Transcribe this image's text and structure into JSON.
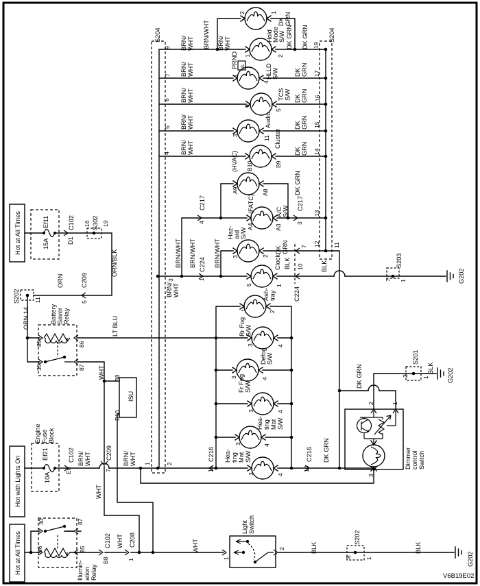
{
  "T": {
    "hot_all": "Hot at All Times",
    "hot_lights": "Hot with Lights On",
    "s204": "S204",
    "s203": "S203",
    "s202": "S202",
    "s201": "S201",
    "s302": "S302",
    "c102": "C102",
    "c209": "C209",
    "c208": "C208",
    "c216": "C216",
    "c217": "C217",
    "c224": "C224",
    "g202": "G202",
    "d1": "D1",
    "e8": "E8",
    "b8": "B8",
    "b10": "B10",
    "isu": "ISU",
    "orn": "ORN",
    "ornblk": "ORN/BLK",
    "orn14": "ORN 14",
    "ltblu": "LT BLU",
    "wht": "WHT",
    "blk": "BLK",
    "bw1": "BRN/WHT",
    "bw2": [
      "BRN/",
      "WHT"
    ],
    "dk1": "DK GRN",
    "dk2": [
      "DK",
      "GRN"
    ],
    "ef11": "Ef11",
    "a15": "15A",
    "ef21": "Ef21",
    "a10": "10A",
    "efb": [
      "Engine",
      "Fuse",
      "Block"
    ],
    "bsr": [
      "Battery",
      "Saver",
      "Relay"
    ],
    "illrel": [
      "Illumin-",
      "ation",
      "Relay"
    ],
    "hold": [
      "Hold",
      "Mode",
      "S/W"
    ],
    "prnd": "PRND",
    "il": "IL",
    "hlld": [
      "HLLD",
      "S/W"
    ],
    "tcs": [
      "TCS",
      "S/W"
    ],
    "audio": "Audio",
    "cluster": "Cluster",
    "hvac": "(HVAC)",
    "fatc": "(FATC)",
    "acsw": [
      "A/C",
      "S/W"
    ],
    "haz": [
      "Haz-",
      "ard",
      "S/W"
    ],
    "clock": "Clock",
    "ash": [
      "Ash-",
      "tray"
    ],
    "rrfog": [
      "Rr Fog",
      "S/W"
    ],
    "defog": [
      "Defog",
      "S/W"
    ],
    "frfog": [
      "Fr Fog",
      "S/W"
    ],
    "heat": [
      "Hea-",
      "ting",
      "Mat",
      "S/W"
    ],
    "dimmer": [
      "Dimmer",
      "control",
      "Switch"
    ],
    "ls": [
      "Light",
      "Switch"
    ],
    "footer": "V6B19E02"
  },
  "N": {
    "n1": "1",
    "n2": "2",
    "n3": "3",
    "n4": "4",
    "n5": "5",
    "n6": "6",
    "n7": "7",
    "n8": "8",
    "n9": "9",
    "n10": "10",
    "n11": "11",
    "n12": "12",
    "n13": "13",
    "n14": "14",
    "n15": "15",
    "n16": "16",
    "n17": "17",
    "n19": "19",
    "n30": "30",
    "n85": "85",
    "n86": "86",
    "n87": "87",
    "a3": "A3",
    "a4": "A4",
    "a8": "A8",
    "a9": "A9",
    "b9": "B9"
  }
}
